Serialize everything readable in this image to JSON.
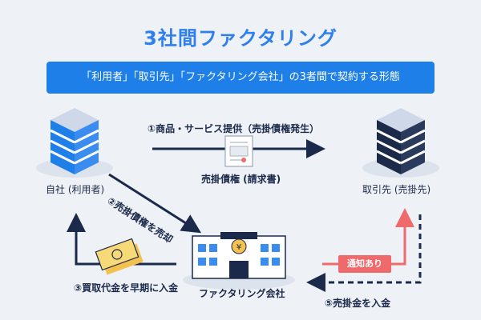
{
  "title": "3社間ファクタリング",
  "banner": "「利用者」「取引先」「ファクタリング会社」の3者間で契約する形態",
  "nodes": {
    "self": "自社 (利用者)",
    "partner": "取引先 (売掛先)",
    "factoring": "ファクタリング会社"
  },
  "steps": {
    "s1": "①商品・サービス提供（売掛債権発生）",
    "invoice": "売掛債権 (請求書)",
    "s2": "②売掛債権を売却",
    "s3": "③買取代金を早期に入金",
    "notice": "通知あり",
    "s5": "⑤売掛金を入金"
  },
  "colors": {
    "accent": "#2d7ff0",
    "banner": "#1e7fe8",
    "navy": "#1b2a4a",
    "red": "#ef6b6b"
  },
  "icons": [
    "server-icon",
    "building-icon",
    "invoice-icon",
    "money-icon"
  ]
}
